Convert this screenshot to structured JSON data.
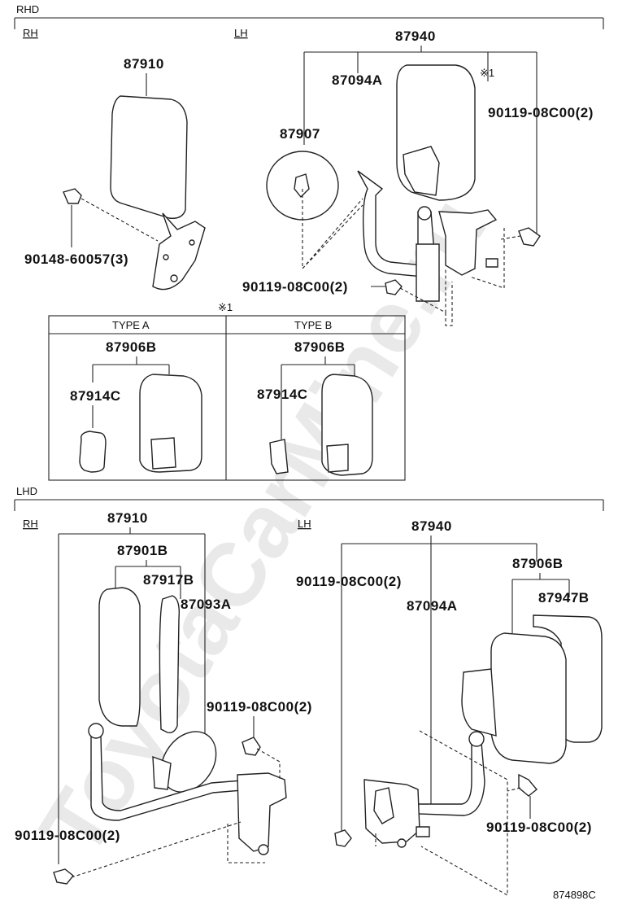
{
  "watermark": "ToyotaCarMine.ru",
  "sections": {
    "rhd": "RHD",
    "lhd": "LHD",
    "rh": "RH",
    "lh": "LH"
  },
  "type_box": {
    "note_marker": "※1",
    "type_a": "TYPE A",
    "type_b": "TYPE B"
  },
  "parts": {
    "p87940": "87940",
    "p87910": "87910",
    "p87094A": "87094A",
    "p87907": "87907",
    "p90119_2": "90119-08C00(2)",
    "p90148": "90148-60057(3)",
    "p87906B": "87906B",
    "p87914C": "87914C",
    "p87901B": "87901B",
    "p87917B": "87917B",
    "p87093A": "87093A",
    "p87947B": "87947B",
    "note_x1": "※1"
  },
  "footer_code": "874898C"
}
